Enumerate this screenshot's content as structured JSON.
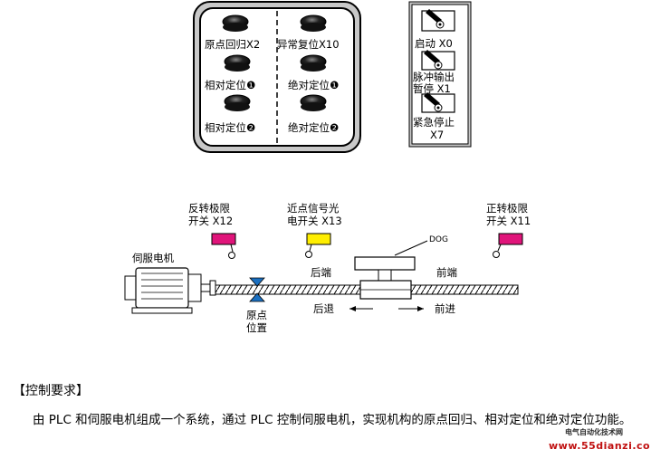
{
  "panel_buttons": {
    "home_return": "原点回归X2",
    "error_reset": "异常复位X10",
    "relative_pos_1": "相对定位❶",
    "absolute_pos_1": "绝对定位❶",
    "relative_pos_2": "相对定位❷",
    "absolute_pos_2": "绝对定位❷"
  },
  "switch_panel": {
    "start": "启动 X0",
    "pulse_pause_line1": "脉冲输出",
    "pulse_pause_line2": "暂停 X1",
    "estop_line1": "紧急停止",
    "estop_line2": "X7"
  },
  "mechanism": {
    "reverse_limit_line1": "反转极限",
    "reverse_limit_line2": "开关 X12",
    "near_point_line1": "近点信号光",
    "near_point_line2": "电开关 X13",
    "forward_limit_line1": "正转极限",
    "forward_limit_line2": "开关 X11",
    "servo_motor": "伺服电机",
    "dog": "DOG",
    "rear_end": "后端",
    "front_end": "前端",
    "retreat": "后退",
    "advance": "前进",
    "origin_line1": "原点",
    "origin_line2": "位置",
    "color_reverse_limit": "#e0147a",
    "color_near_point": "#ffee00",
    "color_forward_limit": "#e0147a"
  },
  "requirements": {
    "title": "【控制要求】",
    "text": "由 PLC 和伺服电机组成一个系统，通过 PLC 控制伺服电机，实现机构的原点回归、相对定位和绝对定位功能。"
  },
  "watermark": {
    "line1": "电气自动化技术网",
    "line2": "www.55dianzi.com"
  }
}
